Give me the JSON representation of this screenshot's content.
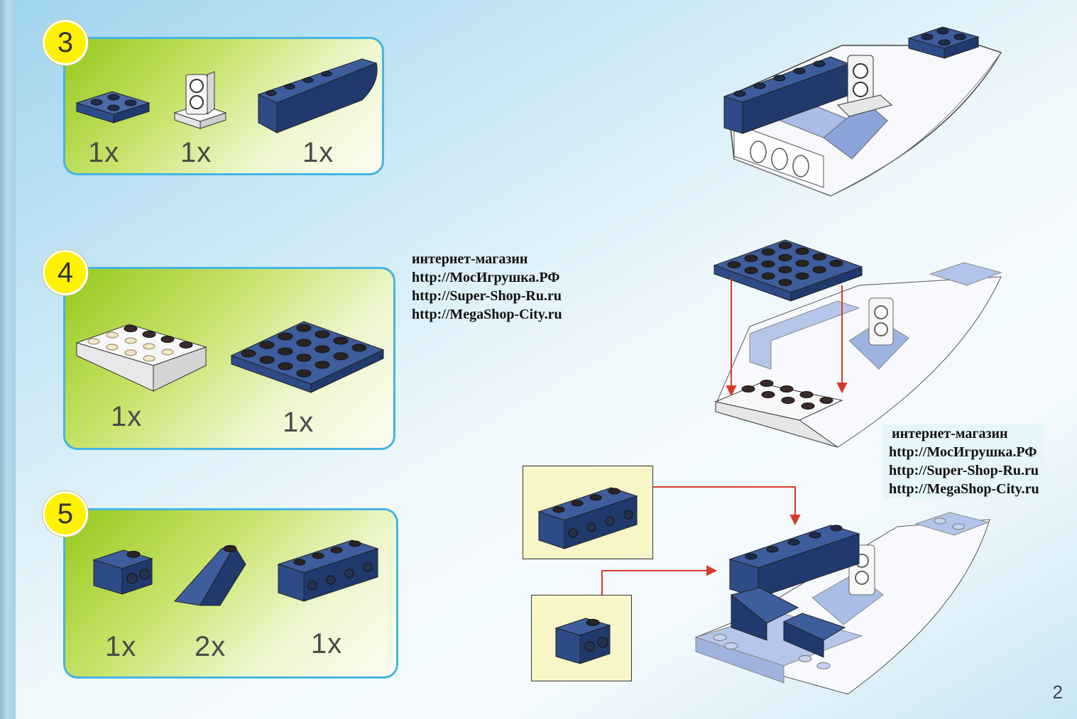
{
  "steps": [
    {
      "number": "3",
      "quantities": [
        "1x",
        "1x",
        "1x"
      ]
    },
    {
      "number": "4",
      "quantities": [
        "1x",
        "1x"
      ]
    },
    {
      "number": "5",
      "quantities": [
        "1x",
        "2x",
        "1x"
      ]
    }
  ],
  "watermarks": [
    {
      "line1": "интернет-магазин",
      "line2": "http://МосИгрушка.РФ",
      "line3": "http://Super-Shop-Ru.ru",
      "line4": "http://MegaShop-City.ru"
    },
    {
      "line1": "интернет-магазин",
      "line2": "http://МосИгрушка.РФ",
      "line3": "http://Super-Shop-Ru.ru",
      "line4": "http://MegaShop-City.ru"
    }
  ],
  "page_number": "2",
  "colors": {
    "brick_blue": "#2d4b86",
    "brick_light_blue": "#9cb4e0",
    "brick_white": "#ffffff",
    "panel_border": "#45b4e4",
    "step_badge": "#fff200",
    "arrow_red": "#d83a2a",
    "callout_bg": "#f8f6c8"
  }
}
